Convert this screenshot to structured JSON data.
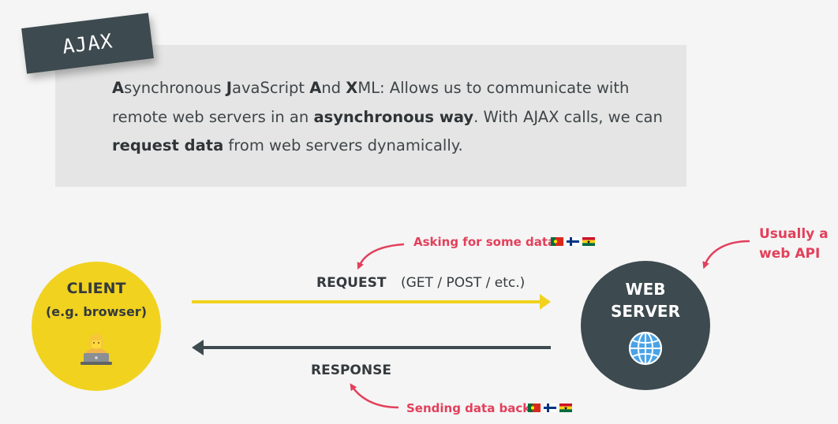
{
  "tag": {
    "label": "AJAX"
  },
  "definition": {
    "segments": [
      {
        "text": "A",
        "bold": true
      },
      {
        "text": "synchronous ",
        "bold": false
      },
      {
        "text": "J",
        "bold": true
      },
      {
        "text": "avaScript ",
        "bold": false
      },
      {
        "text": "A",
        "bold": true
      },
      {
        "text": "nd ",
        "bold": false
      },
      {
        "text": "X",
        "bold": true
      },
      {
        "text": "ML: Allows us to communicate with remote web servers in an ",
        "bold": false
      },
      {
        "text": "asynchronous way",
        "bold": true
      },
      {
        "text": ". With AJAX calls, we can ",
        "bold": false
      },
      {
        "text": "request data",
        "bold": true
      },
      {
        "text": " from web servers dynamically.",
        "bold": false
      }
    ]
  },
  "client": {
    "title": "CLIENT",
    "subtitle": "(e.g. browser)",
    "icon": "person-with-laptop-icon"
  },
  "server": {
    "line1": "WEB",
    "line2": "SERVER",
    "icon": "globe-icon"
  },
  "request": {
    "label": "REQUEST",
    "methods": "(GET / POST / etc.)"
  },
  "response": {
    "label": "RESPONSE"
  },
  "annotations": {
    "request": "Asking for some data",
    "response": "Sending data back",
    "api_line1": "Usually a",
    "api_line2": "web API"
  },
  "flags": [
    "portugal-flag-icon",
    "finland-flag-icon",
    "ghana-flag-icon"
  ],
  "colors": {
    "yellow": "#f1d21f",
    "dark": "#3d4a4f",
    "accent": "#e2405b",
    "box": "#e5e5e5",
    "background": "#f5f5f5"
  }
}
